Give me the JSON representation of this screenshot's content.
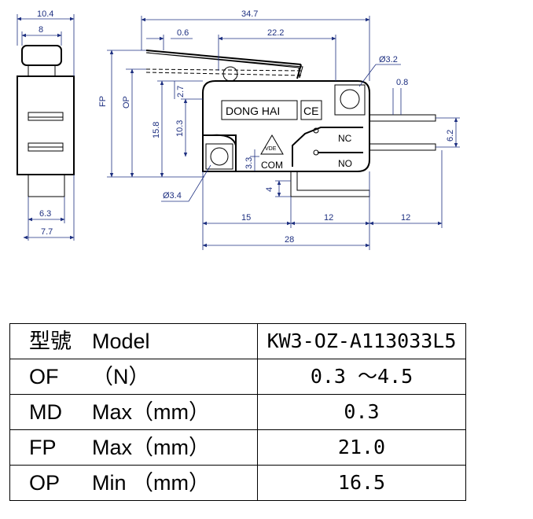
{
  "drawing": {
    "dimensions": {
      "side_width": "10.4",
      "side_inner": "8",
      "side_base": "6.3",
      "side_bottom": "7.7",
      "total_length": "34.7",
      "lever_thickness": "0.6",
      "lever_span": "22.2",
      "hole_right": "Ø3.2",
      "hole_left": "Ø3.4",
      "terminal_thickness": "0.8",
      "terminal_pitch": "6.2",
      "fp": "FP",
      "op": "OP",
      "height_15_8": "15.8",
      "height_10_3": "10.3",
      "height_2_7": "2.7",
      "height_3_3": "3.3",
      "height_4": "4",
      "bottom_15": "15",
      "bottom_12a": "12",
      "bottom_12b": "12",
      "bottom_28": "28"
    },
    "labels": {
      "brand": "DONG HAI",
      "ce": "CE",
      "vde": "VDE",
      "nc": "NC",
      "no": "NO",
      "com": "COM"
    }
  },
  "spec_table": {
    "rows": [
      {
        "key": "型號",
        "param": "Model",
        "value": "KW3-OZ-A113033L5"
      },
      {
        "key": "OF",
        "param": "（N）",
        "value": "0.3 ～4.5"
      },
      {
        "key": "MD",
        "param": "Max（mm）",
        "value": "0.3"
      },
      {
        "key": "FP",
        "param": "Max（mm）",
        "value": "21.0"
      },
      {
        "key": "OP",
        "param": "Min （mm）",
        "value": "16.5"
      }
    ]
  }
}
